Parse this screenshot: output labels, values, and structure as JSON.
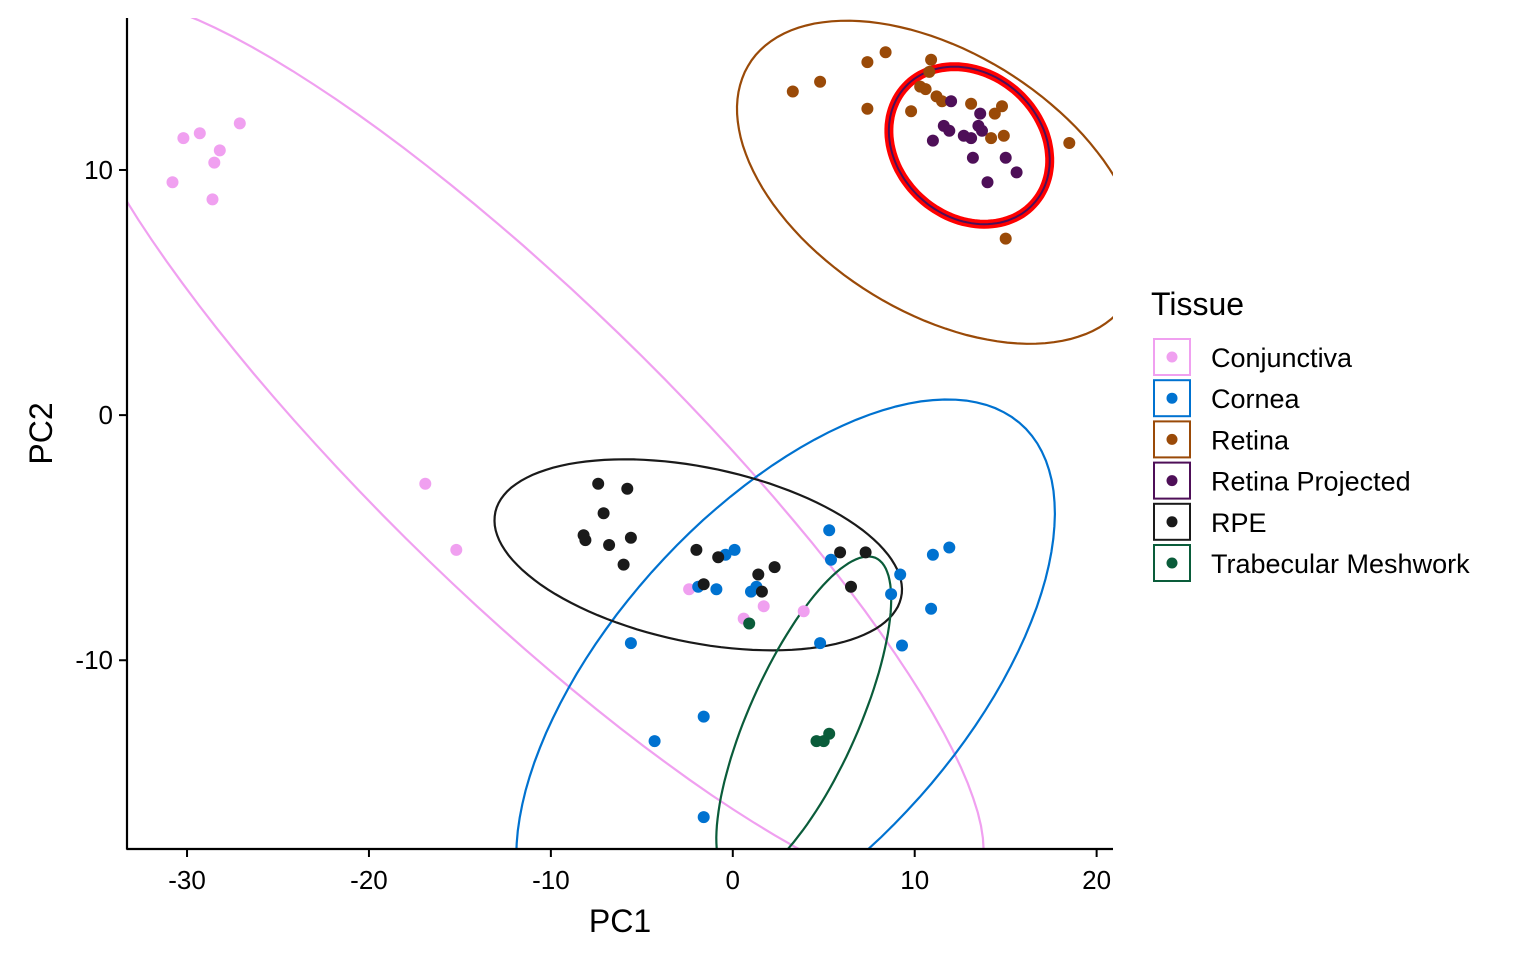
{
  "chart_data": {
    "type": "scatter",
    "title": "",
    "xlabel": "PC1",
    "ylabel": "PC2",
    "xlim": [
      -33.3,
      20.9
    ],
    "ylim": [
      -17.7,
      16.2
    ],
    "xticks": [
      -30,
      -20,
      -10,
      0,
      10,
      20
    ],
    "yticks": [
      -10,
      0,
      10
    ],
    "xtick_labels": [
      "-30",
      "-20",
      "-10",
      "0",
      "10",
      "20"
    ],
    "ytick_labels": [
      "-10",
      "0",
      "10"
    ],
    "grid": false,
    "legend": {
      "title": "Tissue",
      "position": "right"
    },
    "ellipses": [
      {
        "series": "Conjunctiva",
        "cx": -11.5,
        "cy": -1.3,
        "rx": 30.5,
        "ry": 6.8,
        "angle_deg": -35
      },
      {
        "series": "Cornea",
        "cx": 2.9,
        "cy": -11.0,
        "rx": 17.0,
        "ry": 8.1,
        "angle_deg": 34
      },
      {
        "series": "Retina",
        "cx": 11.3,
        "cy": 9.5,
        "rx": 11.6,
        "ry": 5.6,
        "angle_deg": -20
      },
      {
        "series": "Retina Projected",
        "cx": 13.0,
        "cy": 11.0,
        "rx": 4.5,
        "ry": 3.1,
        "angle_deg": -15
      },
      {
        "series": "RPE",
        "cx": -1.9,
        "cy": -5.7,
        "rx": 11.3,
        "ry": 3.6,
        "angle_deg": -8
      },
      {
        "series": "Trabecular Meshwork",
        "cx": 3.9,
        "cy": -12.4,
        "rx": 7.7,
        "ry": 2.8,
        "angle_deg": 57
      }
    ],
    "series": [
      {
        "name": "Conjunctiva",
        "color": "#F0A0F0",
        "points": [
          [
            -30.8,
            9.5
          ],
          [
            -30.2,
            11.3
          ],
          [
            -29.3,
            11.5
          ],
          [
            -28.6,
            8.8
          ],
          [
            -28.5,
            10.3
          ],
          [
            -28.2,
            10.8
          ],
          [
            -27.1,
            11.9
          ],
          [
            -16.9,
            -2.8
          ],
          [
            -15.2,
            -5.5
          ],
          [
            -2.4,
            -7.1
          ],
          [
            0.6,
            -8.3
          ],
          [
            1.7,
            -7.8
          ],
          [
            3.9,
            -8.0
          ]
        ]
      },
      {
        "name": "Cornea",
        "color": "#0072D0",
        "points": [
          [
            -5.6,
            -9.3
          ],
          [
            -4.3,
            -13.3
          ],
          [
            -1.9,
            -7.0
          ],
          [
            -1.6,
            -12.3
          ],
          [
            -1.6,
            -16.4
          ],
          [
            -0.9,
            -7.1
          ],
          [
            -0.4,
            -5.7
          ],
          [
            0.1,
            -5.5
          ],
          [
            1.0,
            -7.2
          ],
          [
            1.3,
            -7.0
          ],
          [
            4.8,
            -9.3
          ],
          [
            5.3,
            -4.7
          ],
          [
            5.4,
            -5.9
          ],
          [
            8.7,
            -7.3
          ],
          [
            9.2,
            -6.5
          ],
          [
            9.3,
            -9.4
          ],
          [
            10.9,
            -7.9
          ],
          [
            11.0,
            -5.7
          ],
          [
            11.9,
            -5.4
          ]
        ]
      },
      {
        "name": "Retina",
        "color": "#9A4A08",
        "points": [
          [
            3.3,
            13.2
          ],
          [
            4.8,
            13.6
          ],
          [
            7.4,
            14.4
          ],
          [
            7.4,
            12.5
          ],
          [
            8.4,
            14.8
          ],
          [
            9.8,
            12.4
          ],
          [
            10.3,
            13.4
          ],
          [
            10.6,
            13.3
          ],
          [
            10.8,
            14.0
          ],
          [
            10.9,
            14.5
          ],
          [
            11.2,
            13.0
          ],
          [
            11.5,
            12.8
          ],
          [
            13.1,
            12.7
          ],
          [
            14.2,
            11.3
          ],
          [
            14.4,
            12.3
          ],
          [
            14.8,
            12.6
          ],
          [
            14.9,
            11.4
          ],
          [
            15.0,
            7.2
          ],
          [
            18.5,
            11.1
          ]
        ]
      },
      {
        "name": "Retina Projected",
        "color": "#4E0F58",
        "points": [
          [
            11.0,
            11.2
          ],
          [
            11.6,
            11.8
          ],
          [
            11.9,
            11.6
          ],
          [
            12.0,
            12.8
          ],
          [
            12.7,
            11.4
          ],
          [
            13.1,
            11.3
          ],
          [
            13.2,
            10.5
          ],
          [
            13.5,
            11.8
          ],
          [
            13.6,
            12.3
          ],
          [
            13.7,
            11.6
          ],
          [
            14.0,
            9.5
          ],
          [
            15.0,
            10.5
          ],
          [
            15.6,
            9.9
          ]
        ]
      },
      {
        "name": "RPE",
        "color": "#1A1A1A",
        "points": [
          [
            -8.2,
            -4.9
          ],
          [
            -8.1,
            -5.1
          ],
          [
            -7.4,
            -2.8
          ],
          [
            -7.1,
            -4.0
          ],
          [
            -6.8,
            -5.3
          ],
          [
            -6.0,
            -6.1
          ],
          [
            -5.8,
            -3.0
          ],
          [
            -5.6,
            -5.0
          ],
          [
            -2.0,
            -5.5
          ],
          [
            -1.6,
            -6.9
          ],
          [
            -0.8,
            -5.8
          ],
          [
            1.4,
            -6.5
          ],
          [
            1.6,
            -7.2
          ],
          [
            2.3,
            -6.2
          ],
          [
            5.9,
            -5.6
          ],
          [
            6.5,
            -7.0
          ],
          [
            7.3,
            -5.6
          ]
        ]
      },
      {
        "name": "Trabecular Meshwork",
        "color": "#0A5C3A",
        "points": [
          [
            0.9,
            -8.5
          ],
          [
            4.6,
            -13.3
          ],
          [
            5.0,
            -13.3
          ],
          [
            5.3,
            -13.0
          ]
        ]
      }
    ]
  }
}
